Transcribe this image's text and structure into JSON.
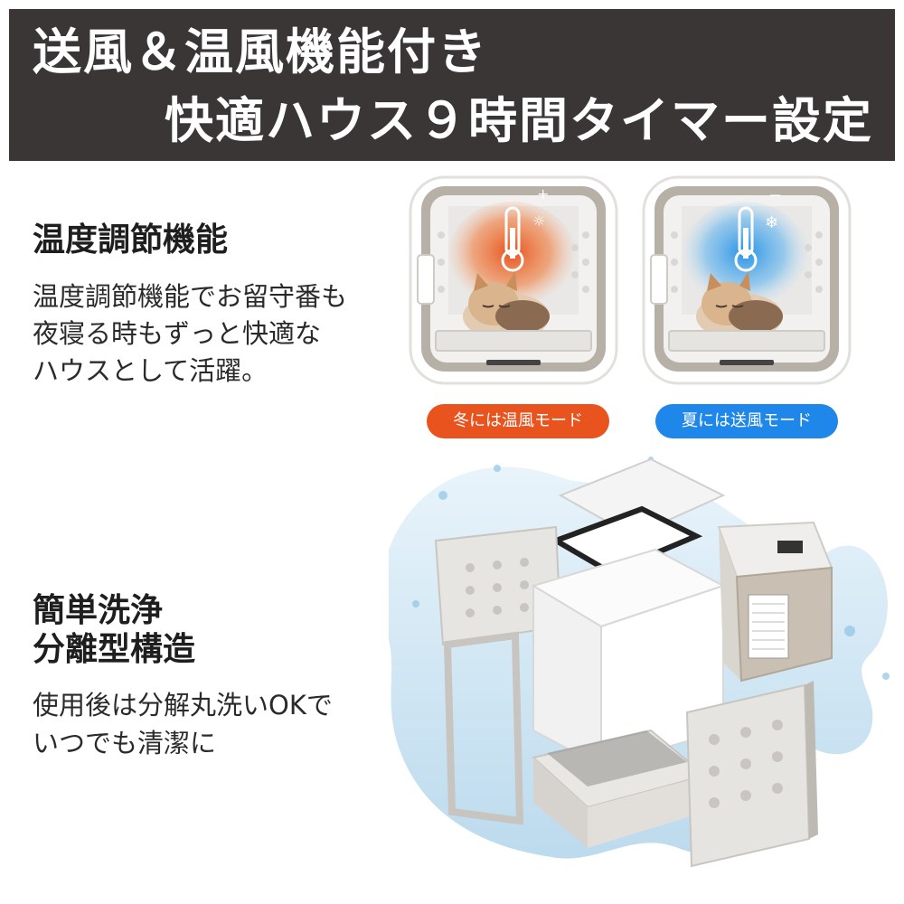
{
  "banner": {
    "line1": "送風＆温風機能付き",
    "line2": "快適ハウス９時間タイマー設定",
    "bg_color": "#3b3636"
  },
  "temperature": {
    "heading": "温度調節機能",
    "body": [
      "温度調節機能でお留守番も",
      "夜寝る時もずっと快適な",
      "ハウスとして活躍。"
    ]
  },
  "modes": {
    "warm": {
      "label": "冬には温風モード",
      "color": "#e8531e",
      "icon": "thermometer-sun-icon"
    },
    "cool": {
      "label": "夏には送風モード",
      "color": "#1f86ea",
      "icon": "thermometer-snowflake-icon"
    }
  },
  "cleaning": {
    "heading": [
      "簡単洗浄",
      "分離型構造"
    ],
    "body": [
      "使用後は分解丸洗いOKで",
      "いつでも清潔に"
    ]
  }
}
